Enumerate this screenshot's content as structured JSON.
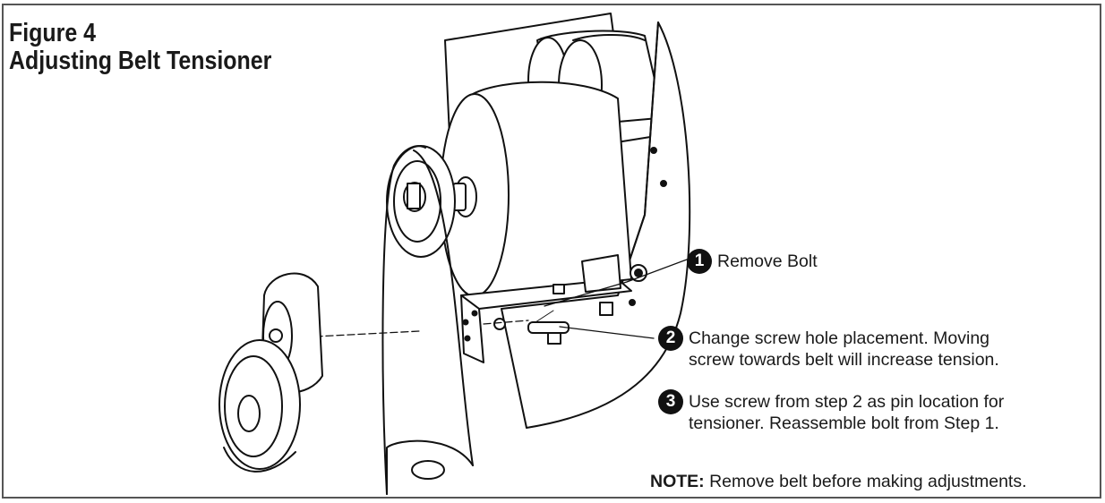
{
  "figure": {
    "label": "Figure 4",
    "title": "Adjusting Belt Tensioner"
  },
  "steps": [
    {
      "number": "1",
      "text_lines": [
        "Remove Bolt"
      ]
    },
    {
      "number": "2",
      "text_lines": [
        "Change screw hole placement. Moving",
        "screw towards belt will increase tension."
      ]
    },
    {
      "number": "3",
      "text_lines": [
        "Use screw from step 2 as pin location for",
        "tensioner. Reassemble bolt from Step 1."
      ]
    }
  ],
  "note": {
    "label": "NOTE:",
    "text": "Remove belt before making adjustments."
  },
  "colors": {
    "line": "#111111",
    "frame": "#555555",
    "badge": "#111111"
  }
}
